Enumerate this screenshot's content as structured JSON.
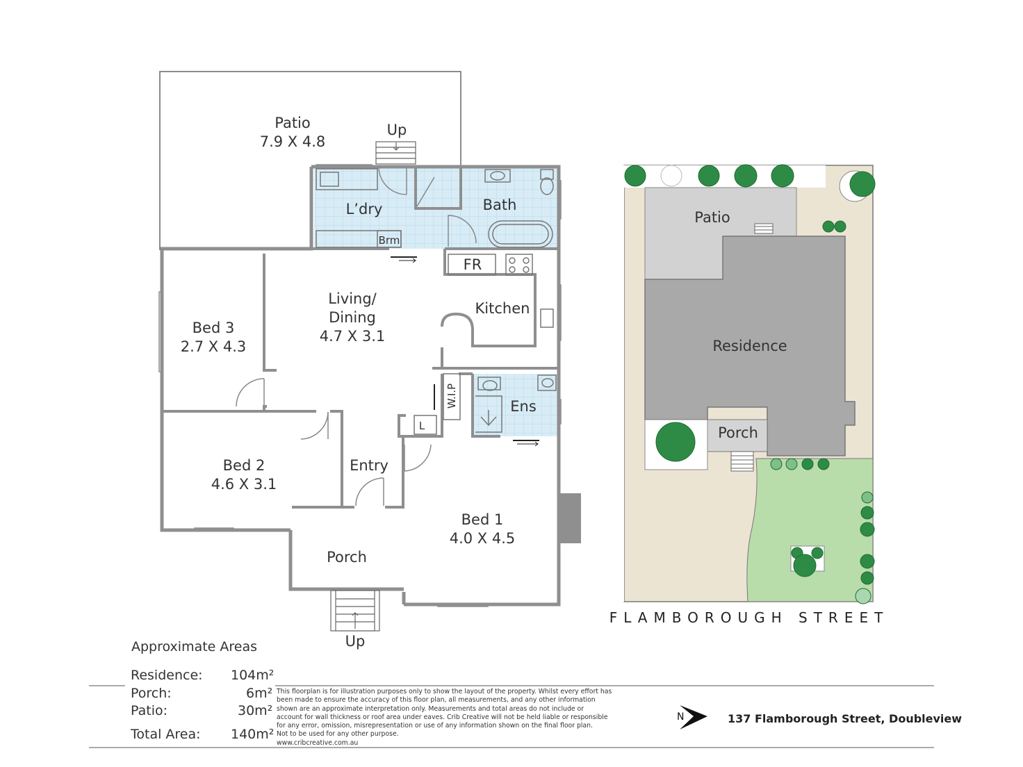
{
  "rooms": {
    "patio": {
      "name": "Patio",
      "size": "7.9 X 4.8"
    },
    "up_rear": "Up",
    "laundry": "L’dry",
    "broom": "Brm",
    "bath": "Bath",
    "fridge": "FR",
    "living": {
      "name_line1": "Living/",
      "name_line2": "Dining",
      "size": "4.7 X 3.1"
    },
    "kitchen": "Kitchen",
    "bed3": {
      "name": "Bed 3",
      "size": "2.7 X 4.3"
    },
    "wip": "W.I.P",
    "ensuite": "Ens",
    "linen": "L",
    "bed2": {
      "name": "Bed 2",
      "size": "4.6 X 3.1"
    },
    "entry": "Entry",
    "bed1": {
      "name": "Bed 1",
      "size": "4.0 X 4.5"
    },
    "porch": "Porch",
    "up_front": "Up"
  },
  "site": {
    "patio": "Patio",
    "residence": "Residence",
    "porch": "Porch",
    "street": "FLAMBOROUGH STREET"
  },
  "areas": {
    "heading": "Approximate Areas",
    "rows": [
      {
        "label": "Residence:",
        "value": "104m²"
      },
      {
        "label": "Porch:",
        "value": "6m²"
      },
      {
        "label": "Patio:",
        "value": "30m²"
      },
      {
        "label": "Total Area:",
        "value": "140m²"
      }
    ]
  },
  "disclaimer": [
    "This floorplan is for illustration purposes only to show the layout of the property. Whilst every effort has",
    "been made to ensure the accuracy of this floor plan, all measurements, and any other information",
    "shown are an approximate interpretation only. Measurements and total areas do not include or",
    "account for wall thickness or roof area under eaves. Crib Creative will not be held liable or responsible",
    "for any error, omission, misrepresentation or use of any information shown on the final floor plan.",
    "Not to be used for any other purpose.",
    "www.cribcreative.com.au"
  ],
  "compass_label": "N",
  "address": "137 Flamborough Street, Doubleview",
  "colors": {
    "wall": "#8f8f8f",
    "tile": "#d8ecf6",
    "lawn": "#b9dcab",
    "paving": "#ece4d3",
    "tree": "#2e8b45",
    "residence_fill": "#a9a9a9",
    "patio_fill": "#d2d2d2",
    "porch_fill": "#d4d4d4"
  }
}
